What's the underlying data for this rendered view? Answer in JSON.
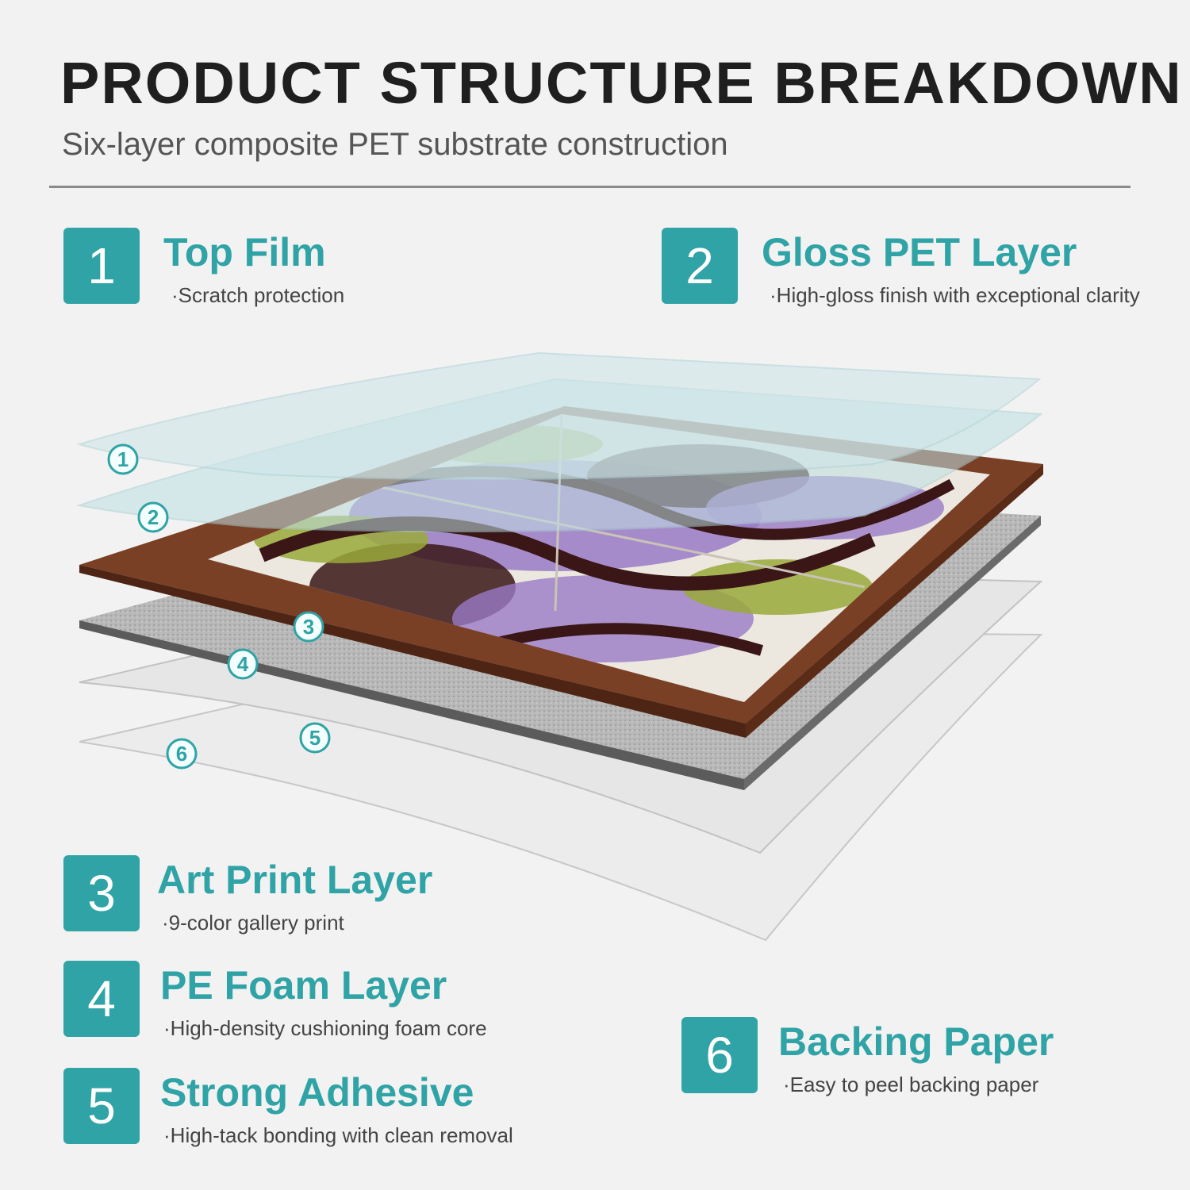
{
  "header": {
    "title": "PRODUCT STRUCTURE BREAKDOWN",
    "subtitle": "Six-layer composite PET substrate construction"
  },
  "layers": [
    {
      "number": "1",
      "title": "Top Film",
      "description": "Scratch protection"
    },
    {
      "number": "2",
      "title": "Gloss PET Layer",
      "description": "High-gloss finish with exceptional clarity"
    },
    {
      "number": "3",
      "title": "Art Print Layer",
      "description": "9-color gallery print"
    },
    {
      "number": "4",
      "title": "PE Foam Layer",
      "description": "High-density cushioning foam core"
    },
    {
      "number": "5",
      "title": "Strong Adhesive",
      "description": "High-tack bonding with clean removal"
    },
    {
      "number": "6",
      "title": "Backing Paper",
      "description": "Easy to peel backing paper"
    }
  ],
  "markers": [
    "1",
    "2",
    "3",
    "4",
    "5",
    "6"
  ],
  "colors": {
    "accent": "#2fa3a5",
    "frame": "#6e3a22",
    "foam": "#a9a9a9",
    "film": "#bfe0e3",
    "print_purple": "#9a7ac6",
    "print_brown": "#3a1616",
    "print_green": "#9aa93a"
  }
}
